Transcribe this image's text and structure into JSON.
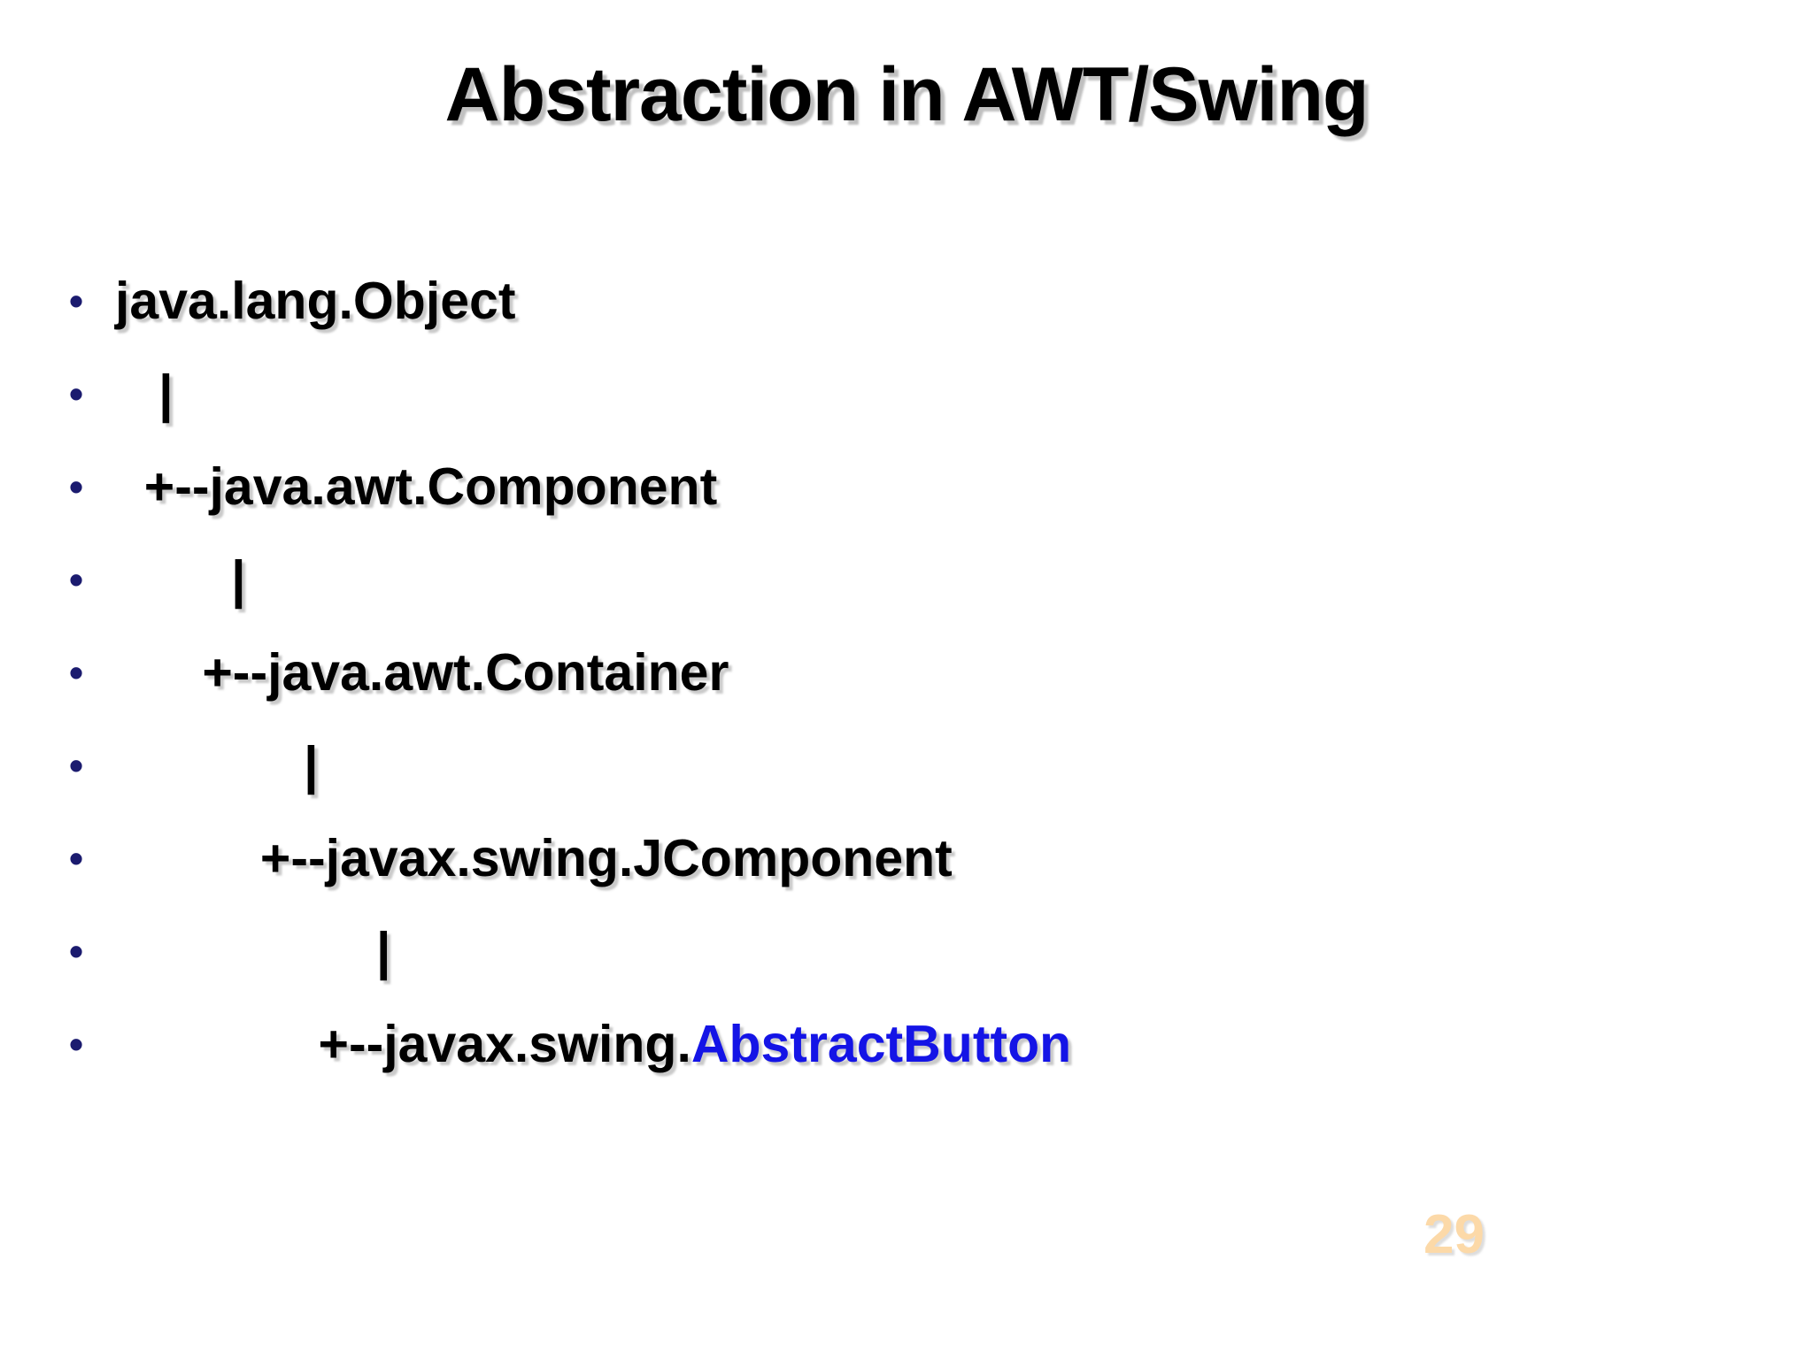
{
  "slide": {
    "title": "Abstraction in AWT/Swing",
    "page_number": "29",
    "bullet_glyph": "•",
    "colors": {
      "bullet": "#1b1b6f",
      "text": "#000000",
      "accent": "#1414e6",
      "page_number": "#fcd9a8",
      "background": "#ffffff"
    },
    "items": [
      {
        "text": "java.lang.Object",
        "accent": ""
      },
      {
        "text": "   |",
        "accent": ""
      },
      {
        "text": "  +--java.awt.Component",
        "accent": ""
      },
      {
        "text": "        |",
        "accent": ""
      },
      {
        "text": "      +--java.awt.Container",
        "accent": ""
      },
      {
        "text": "             |",
        "accent": ""
      },
      {
        "text": "          +--javax.swing.JComponent",
        "accent": ""
      },
      {
        "text": "                  |",
        "accent": ""
      },
      {
        "text": "              +--javax.swing.",
        "accent": "AbstractButton"
      }
    ]
  }
}
